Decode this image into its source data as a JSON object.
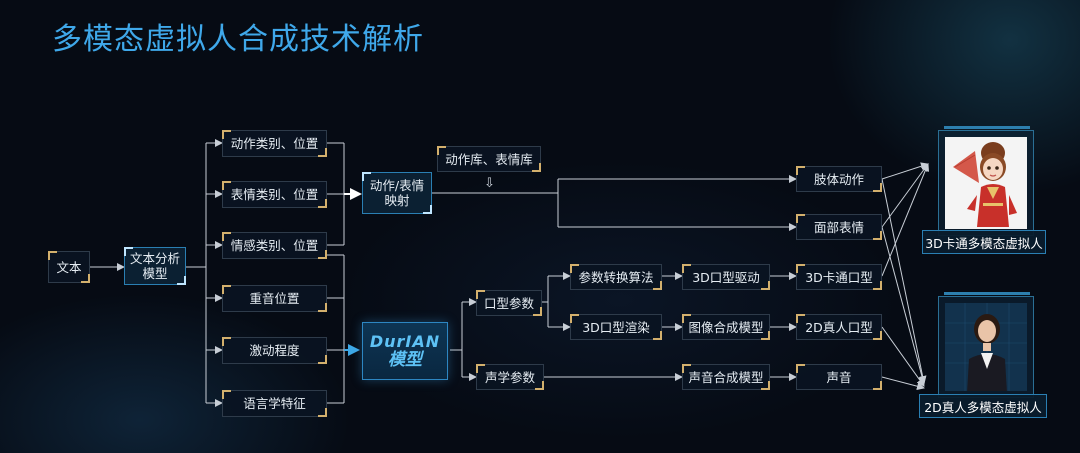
{
  "title": "多模态虚拟人合成技术解析",
  "nodes": {
    "text": "文本",
    "text_analysis": "文本分析\n模型",
    "action_type": "动作类别、位置",
    "expression_type": "表情类别、位置",
    "emotion_type": "情感类别、位置",
    "stress_position": "重音位置",
    "excitement": "激动程度",
    "linguistic": "语言学特征",
    "action_mapping": "动作/表情\n映射",
    "library": "动作库、表情库",
    "durian_line1": "DurIAN",
    "durian_line2": "模型",
    "mouth_params": "口型参数",
    "acoustic_params": "声学参数",
    "param_algo": "参数转换算法",
    "render_3d": "3D口型渲染",
    "drive_3d": "3D口型驱动",
    "image_synth": "图像合成模型",
    "sound_synth": "声音合成模型",
    "body_action": "肢体动作",
    "face_expression": "面部表情",
    "cartoon_mouth": "3D卡通口型",
    "real_mouth": "2D真人口型",
    "sound": "声音"
  },
  "avatars": {
    "cartoon_label": "3D卡通多模态虚拟人",
    "real_label": "2D真人多模态虚拟人"
  },
  "icons": {
    "down_arrow": "⇩"
  },
  "colors": {
    "title": "#3fa8ea",
    "accent_corner": "#d3b06d",
    "durian_text": "#5ec2f5",
    "line": "#c8ced6"
  }
}
